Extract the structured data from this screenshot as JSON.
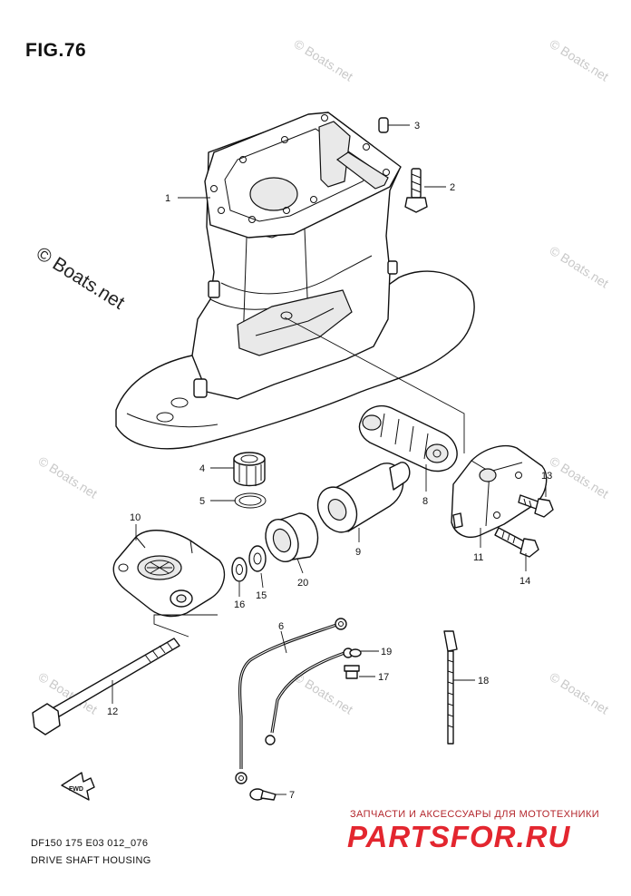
{
  "figure": {
    "title": "FIG.76",
    "code": "DF150 175 E03 012_076",
    "subtitle": "DRIVE SHAFT HOUSING"
  },
  "watermark": {
    "text": "© Boats.net",
    "large_text": "© Boats.net"
  },
  "branding": {
    "tagline": "ЗАПЧАСТИ И АКСЕССУАРЫ ДЛЯ МОТОТЕХНИКИ",
    "logo": "PARTSFOR.RU",
    "logo_color": "#e3262f"
  },
  "fwd_label": "FWD",
  "callouts": [
    "1",
    "2",
    "3",
    "4",
    "5",
    "6",
    "7",
    "8",
    "9",
    "10",
    "11",
    "12",
    "13",
    "14",
    "15",
    "16",
    "17",
    "18",
    "19",
    "20"
  ]
}
